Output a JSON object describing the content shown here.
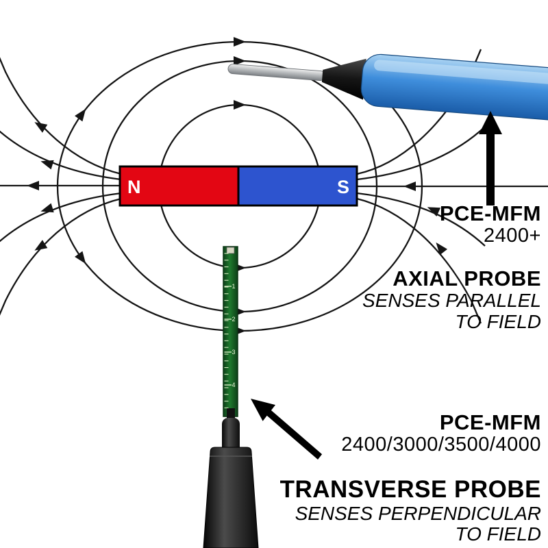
{
  "magnet": {
    "north_label": "N",
    "south_label": "S"
  },
  "labels": {
    "axial_model": {
      "line1": "PCE-MFM",
      "line2": "2400+"
    },
    "axial_probe": {
      "title": "AXIAL PROBE",
      "desc1": "SENSES PARALLEL",
      "desc2": "TO FIELD"
    },
    "transverse_model": {
      "line1": "PCE-MFM",
      "line2": "2400/3000/3500/4000"
    },
    "transverse_probe": {
      "title": "TRANSVERSE PROBE",
      "desc1": "SENSES PERPENDICULAR",
      "desc2": "TO FIELD"
    }
  },
  "transverse_ruler": {
    "marks": [
      "1",
      "2",
      "3",
      "4"
    ]
  },
  "colors": {
    "magnet_red": "#e30613",
    "magnet_blue": "#2d54cf",
    "probe_blue": "#3f8edc",
    "pcb_green": "#1f7a2e",
    "field_line": "#141414"
  }
}
